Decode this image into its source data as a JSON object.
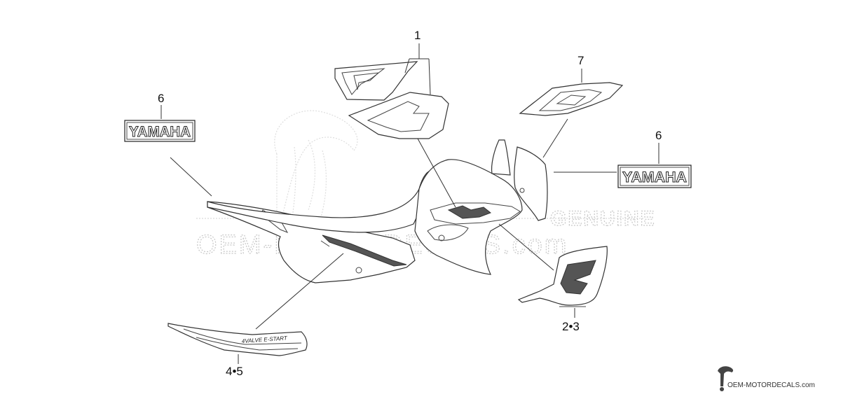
{
  "labels": {
    "part_1": "1",
    "part_2_3": "2•3",
    "part_4_5": "4•5",
    "part_6_left": "6",
    "part_6_right": "6",
    "part_7": "7"
  },
  "badges": {
    "yamaha_left": "YAMAHA",
    "yamaha_right": "YAMAHA"
  },
  "decal_text": {
    "side_cover_brand": "YAMAHA",
    "stripe_model": "4VALVE  E-START"
  },
  "watermark": {
    "main": "OEM-MOTORDECALS.com",
    "genuine": "GENUINE",
    "footer": "OEM-MOTORDECALS.com"
  },
  "colors": {
    "line": "#333333",
    "watermark": "#c8c8c8",
    "background": "#ffffff"
  }
}
